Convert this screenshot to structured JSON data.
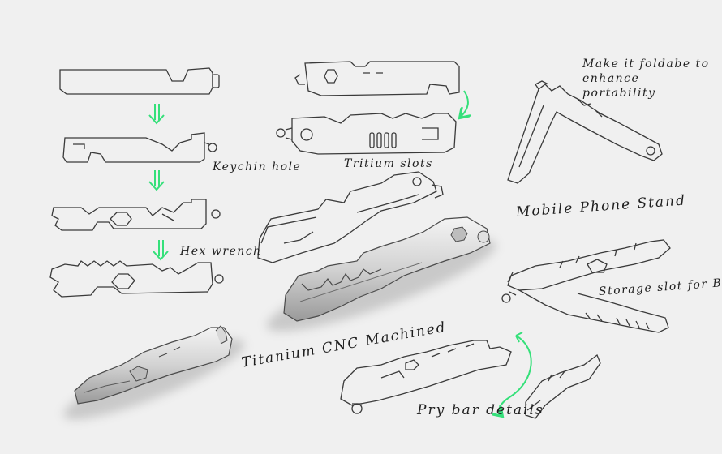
{
  "annotations": {
    "keychain_hole": "Keychin hole",
    "hex_wrench": "Hex wrench",
    "tritium_slots": "Tritium slots",
    "foldable": "Make it foldabe to enhance portability",
    "phone_stand": "Mobile Phone Stand",
    "storage_slot": "Storage slot for Bit",
    "titanium_cnc": "Titanium CNC Machined",
    "pry_bar": "Pry bar details"
  },
  "colors": {
    "background": "#f0f0f0",
    "sketch_line": "#3a3a3a",
    "accent_arrow": "#35e07a",
    "metal_shade": "#c9c9c9"
  }
}
